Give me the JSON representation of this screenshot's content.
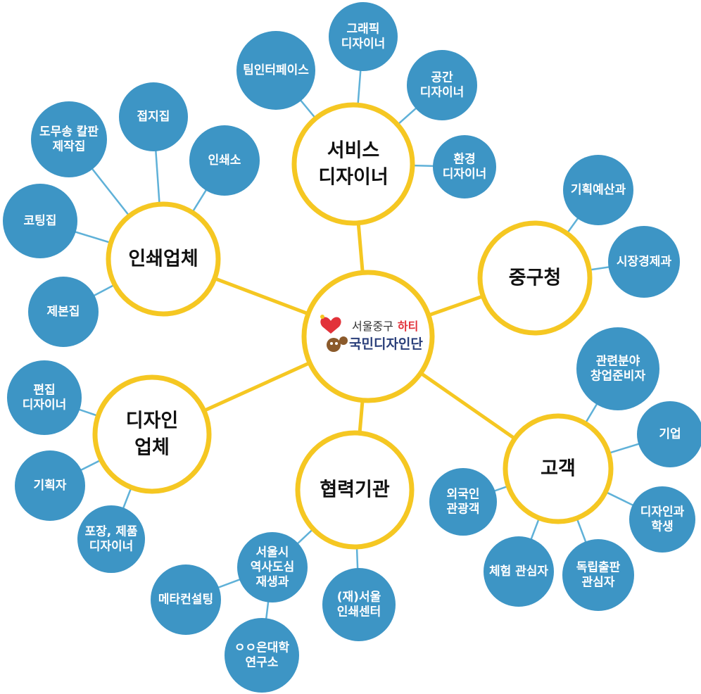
{
  "center": {
    "line1_a": "서울중구",
    "line1_b": "하티",
    "line2": "국민디자인단"
  },
  "colors": {
    "hub_stroke": "#F5C722",
    "hub_fill": "#FFFFFF",
    "leaf_fill": "#3D95C5",
    "leaf_line": "#5FB1D8",
    "hub_line": "#F5C722",
    "accent_red": "#E2323A",
    "accent_navy": "#2A3F7A"
  },
  "hubs": [
    {
      "id": "service",
      "lines": [
        "서비스",
        "디자이너"
      ]
    },
    {
      "id": "junggu",
      "lines": [
        "중구청"
      ]
    },
    {
      "id": "customer",
      "lines": [
        "고객"
      ]
    },
    {
      "id": "partner",
      "lines": [
        "협력기관"
      ]
    },
    {
      "id": "design-co",
      "lines": [
        "디자인",
        "업체"
      ]
    },
    {
      "id": "print-co",
      "lines": [
        "인쇄업체"
      ]
    }
  ],
  "leaves": [
    {
      "id": "team-interface",
      "hub": "service",
      "lines": [
        "팀인터페이스"
      ]
    },
    {
      "id": "graphic-designer",
      "hub": "service",
      "lines": [
        "그래픽",
        "디자이너"
      ]
    },
    {
      "id": "space-designer",
      "hub": "service",
      "lines": [
        "공간",
        "디자이너"
      ]
    },
    {
      "id": "env-designer",
      "hub": "service",
      "lines": [
        "환경",
        "디자이너"
      ]
    },
    {
      "id": "planning-budget",
      "hub": "junggu",
      "lines": [
        "기획예산과"
      ]
    },
    {
      "id": "market-economy",
      "hub": "junggu",
      "lines": [
        "시장경제과"
      ]
    },
    {
      "id": "startup-prep",
      "hub": "customer",
      "lines": [
        "관련분야",
        "창업준비자"
      ]
    },
    {
      "id": "company",
      "hub": "customer",
      "lines": [
        "기업"
      ]
    },
    {
      "id": "design-student",
      "hub": "customer",
      "lines": [
        "디자인과",
        "학생"
      ]
    },
    {
      "id": "indie-publisher",
      "hub": "customer",
      "lines": [
        "독립출판",
        "관심자"
      ]
    },
    {
      "id": "experience",
      "hub": "customer",
      "lines": [
        "체험 관심자"
      ]
    },
    {
      "id": "foreign-tourist",
      "hub": "customer",
      "lines": [
        "외국인",
        "관광객"
      ]
    },
    {
      "id": "seoul-history",
      "hub": "partner",
      "lines": [
        "서울시",
        "역사도심",
        "재생과"
      ]
    },
    {
      "id": "print-center",
      "hub": "partner",
      "lines": [
        "(재)서울",
        "인쇄센터"
      ]
    },
    {
      "id": "meta-consulting",
      "hub": "seoul-history",
      "lines": [
        "메타컨설팅"
      ]
    },
    {
      "id": "univ-lab",
      "hub": "seoul-history",
      "lines": [
        "ㅇㅇ은대학",
        "연구소"
      ]
    },
    {
      "id": "edit-designer",
      "hub": "design-co",
      "lines": [
        "편집",
        "디자이너"
      ]
    },
    {
      "id": "planner",
      "hub": "design-co",
      "lines": [
        "기획자"
      ]
    },
    {
      "id": "package-designer",
      "hub": "design-co",
      "lines": [
        "포장, 제품",
        "디자이너"
      ]
    },
    {
      "id": "bookbinder",
      "hub": "print-co",
      "lines": [
        "제본집"
      ]
    },
    {
      "id": "coating",
      "hub": "print-co",
      "lines": [
        "코팅집"
      ]
    },
    {
      "id": "die-cutting",
      "hub": "print-co",
      "lines": [
        "도무송 칼판",
        "제작집"
      ]
    },
    {
      "id": "folding",
      "hub": "print-co",
      "lines": [
        "접지집"
      ]
    },
    {
      "id": "print-shop",
      "hub": "print-co",
      "lines": [
        "인쇄소"
      ]
    }
  ]
}
